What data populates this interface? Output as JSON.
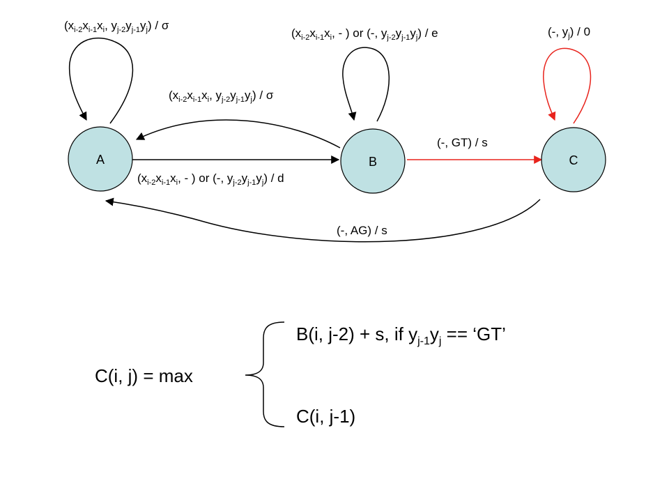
{
  "nodes": {
    "a": "A",
    "b": "B",
    "c": "C"
  },
  "edges": {
    "loop_a": {
      "x1": "x",
      "x1_sub": "i-2",
      "x2": "x",
      "x2_sub": "i-1",
      "x3": "x",
      "x3_sub": "i",
      "y1": ", y",
      "y1_sub": "j-2",
      "y2": "y",
      "y2_sub": "j-1",
      "y3": "y",
      "y3_sub": "j",
      "tail": ") / ",
      "sigma": "σ"
    },
    "b_to_a": {
      "x1": "x",
      "x1_sub": "i-2",
      "x2": "x",
      "x2_sub": "i-1",
      "x3": "x",
      "x3_sub": "i",
      "y1": ", y",
      "y1_sub": "j-2",
      "y2": "y",
      "y2_sub": "j-1",
      "y3": "y",
      "y3_sub": "j",
      "tail": ") / ",
      "sigma": "σ"
    },
    "loop_b": {
      "x1": "x",
      "x1_sub": "i-2",
      "x2": "x",
      "x2_sub": "i-1",
      "x3": "x",
      "x3_sub": "i",
      "mid": ", - ) or (-, y",
      "y1_sub": "j-2",
      "y2": "y",
      "y2_sub": "j-1",
      "y3": "y",
      "y3_sub": "j",
      "tail": ") / e"
    },
    "a_to_b": {
      "x1": "x",
      "x1_sub": "i-2",
      "x2": "x",
      "x2_sub": "i-1",
      "x3": "x",
      "x3_sub": "i",
      "mid": ", - ) or (-, y",
      "y1_sub": "j-2",
      "y2": "y",
      "y2_sub": "j-1",
      "y3": "y",
      "y3_sub": "j",
      "tail": ") / d"
    },
    "loop_c": {
      "head": "(-, y",
      "sub": "j",
      "tail": ") / 0"
    },
    "b_to_c": "(-, GT) / s",
    "c_to_a": "(-, AG) / s"
  },
  "equation": {
    "lhs": "C(i, j) = max",
    "case1": {
      "pre": "B(i, j-2) + s, if y",
      "sub1": "j-1",
      "mid": "y",
      "sub2": "j",
      "post": " == ‘GT’"
    },
    "case2": "C(i, j-1)"
  },
  "colors": {
    "node_fill": "#bfe1e3",
    "edge": "#000000",
    "highlight_edge": "#e8231c"
  }
}
